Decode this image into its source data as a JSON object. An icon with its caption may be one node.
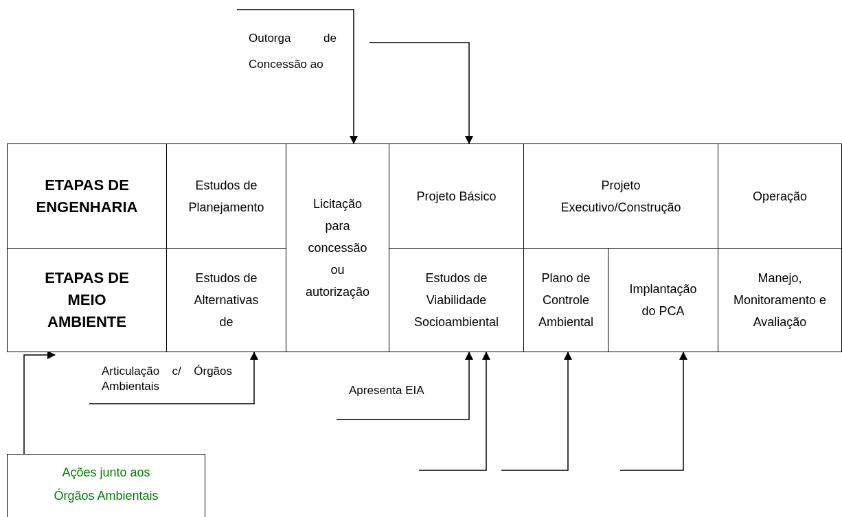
{
  "diagram": {
    "nodes": [
      {
        "text": [
          "ETAPAS DE ENGENHARIA"
        ]
      },
      {
        "text": [
          "Estudos de Planejamento"
        ]
      },
      {
        "text": [
          "Licitação para concessão ou autorização"
        ]
      },
      {
        "text": [
          "Projeto Básico"
        ]
      },
      {
        "text": [
          "Projeto Executivo/Construção"
        ]
      },
      {
        "text": [
          "Operação"
        ]
      },
      {
        "text": [
          "ETAPAS DE MEIO AMBIENTE"
        ]
      },
      {
        "text": [
          "Estudos de Alternativas de"
        ]
      },
      {
        "text": [
          "Estudos de Viabilidade Socioambiental"
        ]
      },
      {
        "text": [
          "Plano de Controle Ambiental"
        ]
      },
      {
        "text": [
          "Implantação do PCA"
        ]
      },
      {
        "text": [
          "Manejo, Monitoramento e Avaliação"
        ]
      },
      {
        "text": [
          "Ações junto aos Órgãos Ambientais"
        ]
      }
    ],
    "edges": [
      {
        "from": null,
        "to": 2,
        "arrow": "to"
      },
      {
        "from": null,
        "to": 3,
        "arrow": "to"
      },
      {
        "from": 12,
        "to": 6,
        "arrow": "to"
      },
      {
        "from": null,
        "to": 7,
        "arrow": "to"
      },
      {
        "from": null,
        "to": 8,
        "arrow": "to"
      },
      {
        "from": null,
        "to": 8,
        "arrow": "to"
      },
      {
        "from": null,
        "to": 9,
        "arrow": "to"
      },
      {
        "from": null,
        "to": 10,
        "arrow": "to"
      }
    ],
    "labels": [
      "Outorga de Concessão ao",
      "Articulação c/ Órgãos Ambientais",
      "Apresenta EIA"
    ]
  }
}
